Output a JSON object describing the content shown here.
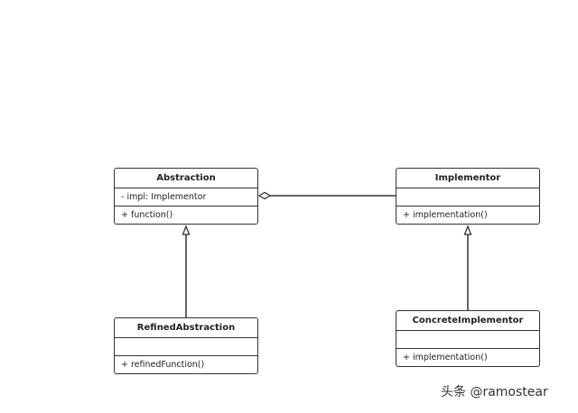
{
  "classes": {
    "abstraction": {
      "name": "Abstraction",
      "attributes": "- impl: Implementor",
      "operations": "+ function()"
    },
    "implementor": {
      "name": "Implementor",
      "attributes": "",
      "operations": "+ implementation()"
    },
    "refined_abstraction": {
      "name": "RefinedAbstraction",
      "attributes": "",
      "operations": "+ refinedFunction()"
    },
    "concrete_implementor": {
      "name": "ConcreteImplementor",
      "attributes": "",
      "operations": "+ implementation()"
    }
  },
  "relationships": [
    {
      "type": "aggregation",
      "from": "Abstraction",
      "to": "Implementor"
    },
    {
      "type": "generalization",
      "from": "RefinedAbstraction",
      "to": "Abstraction"
    },
    {
      "type": "generalization",
      "from": "ConcreteImplementor",
      "to": "Implementor"
    }
  ],
  "watermark": "头条 @ramostear",
  "colors": {
    "line": "#333333",
    "background": "#ffffff"
  }
}
